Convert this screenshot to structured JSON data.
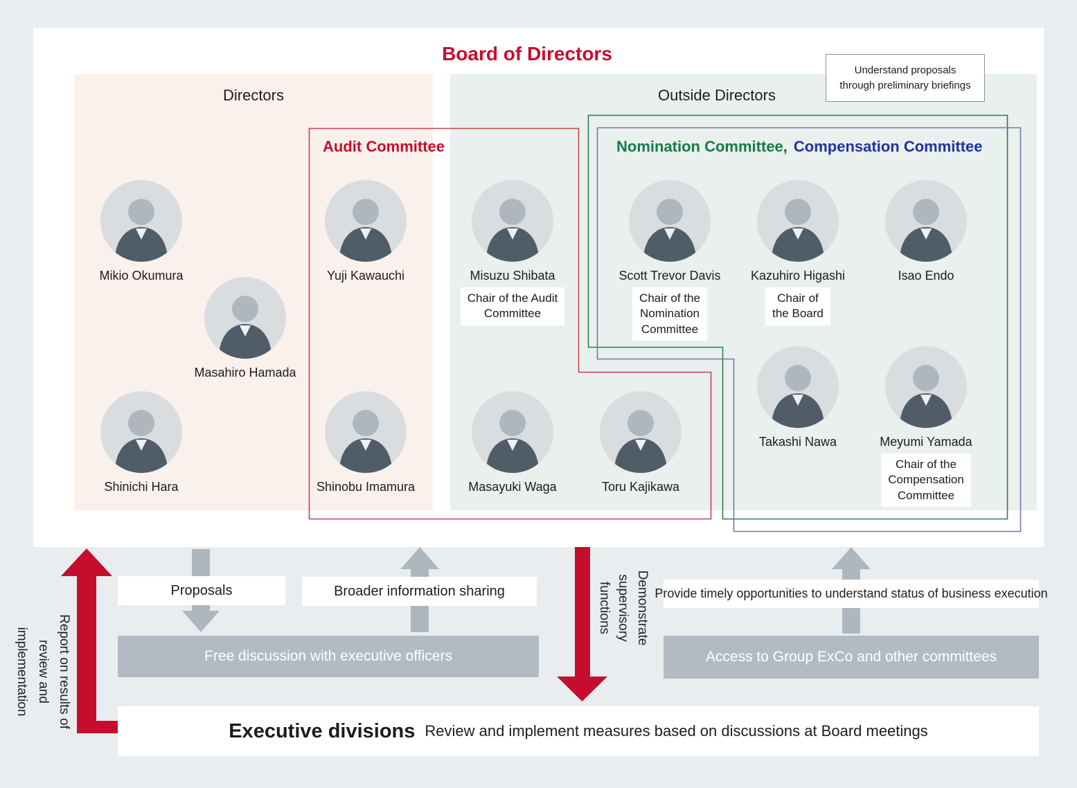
{
  "colors": {
    "page_bg": "#e9edef",
    "panel_pink": "#fbf1ec",
    "panel_teal": "#e9f0ed",
    "accent_red": "#c50e2e",
    "committee_green": "#177a4c",
    "committee_blue": "#20339e",
    "arrow_gray": "#aeb7bf",
    "box_gray": "#b2bbc3"
  },
  "board": {
    "title": "Board of Directors",
    "directors_label": "Directors",
    "outside_directors_label": "Outside Directors",
    "briefing_note": "Understand proposals\nthrough preliminary briefings",
    "audit_committee_label": "Audit Committee",
    "nomination_committee_label": "Nomination Committee",
    "committee_separator": ",",
    "compensation_committee_label": "Compensation Committee",
    "members": [
      {
        "name": "Mikio Okumura"
      },
      {
        "name": "Masahiro Hamada"
      },
      {
        "name": "Shinichi Hara"
      },
      {
        "name": "Yuji Kawauchi"
      },
      {
        "name": "Shinobu Imamura"
      },
      {
        "name": "Misuzu Shibata",
        "role": "Chair of the Audit\nCommittee"
      },
      {
        "name": "Masayuki Waga"
      },
      {
        "name": "Toru Kajikawa"
      },
      {
        "name": "Scott Trevor Davis",
        "role": "Chair of the\nNomination\nCommittee"
      },
      {
        "name": "Kazuhiro Higashi",
        "role": "Chair of\nthe Board"
      },
      {
        "name": "Isao Endo"
      },
      {
        "name": "Takashi Nawa"
      },
      {
        "name": "Meyumi Yamada",
        "role": "Chair of the\nCompensation\nCommittee"
      }
    ]
  },
  "flows": {
    "report_up_label": "Report on results of\nreview and\nimplementation",
    "proposals_label": "Proposals",
    "broader_label": "Broader information sharing",
    "free_discussion_label": "Free discussion with executive officers",
    "supervisory_label": "Demonstrate\nsupervisory\nfunctions",
    "provide_label": "Provide timely opportunities to understand status of business execution",
    "access_label": "Access to Group ExCo and other committees"
  },
  "executive": {
    "title": "Executive divisions",
    "description": "Review and implement measures based on discussions at Board meetings"
  }
}
